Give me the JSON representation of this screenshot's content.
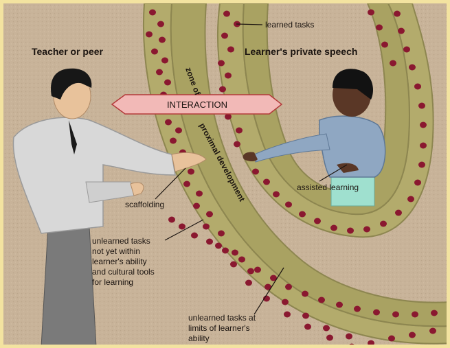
{
  "colors": {
    "background": "#c9b49a",
    "band_outer": "#b5ad6e",
    "band_inner": "#a9a262",
    "band_edge": "#8d8650",
    "dot": "#8a1830",
    "interaction_fill": "#f2b9b7",
    "interaction_edge": "#b33a3a"
  },
  "labels": {
    "teacher": "Teacher or peer",
    "learner_speech": "Learner's private speech",
    "interaction": "INTERACTION",
    "learned_tasks": "learned tasks",
    "zone_of": "zone of",
    "proximal_development": "proximal development",
    "scaffolding": "scaffolding",
    "assisted_learning": "assisted learning",
    "unlearned_within": [
      "unlearned tasks",
      "not yet within",
      "learner's ability",
      "and cultural tools",
      "for learning"
    ],
    "unlearned_limits": [
      "unlearned tasks at",
      "limits of learner's",
      "ability"
    ]
  }
}
